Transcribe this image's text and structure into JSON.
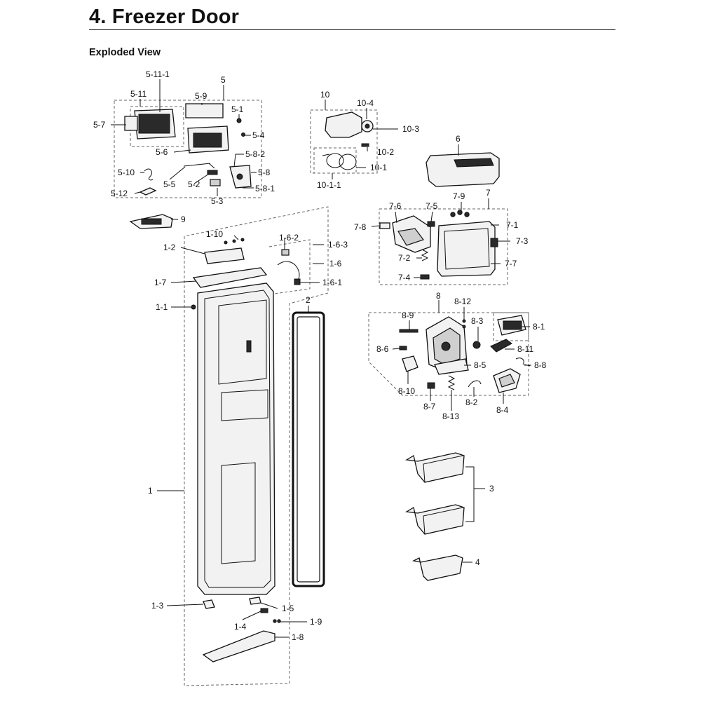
{
  "heading": {
    "title": "4.  Freezer Door",
    "subtitle": "Exploded View"
  },
  "callouts": {
    "p5_11_1": "5-11-1",
    "p5": "5",
    "p5_11": "5-11",
    "p5_9": "5-9",
    "p5_7": "5-7",
    "p5_1": "5-1",
    "p5_4": "5-4",
    "p5_6": "5-6",
    "p5_8_2": "5-8-2",
    "p5_10": "5-10",
    "p5_8": "5-8",
    "p5_5": "5-5",
    "p5_2": "5-2",
    "p5_8_1": "5-8-1",
    "p5_12": "5-12",
    "p5_3": "5-3",
    "p10": "10",
    "p10_4": "10-4",
    "p10_3": "10-3",
    "p10_2": "10-2",
    "p10_1": "10-1",
    "p10_1_1": "10-1-1",
    "p6": "6",
    "p7_9": "7-9",
    "p7": "7",
    "p7_6": "7-6",
    "p7_5": "7-5",
    "p7_8": "7-8",
    "p7_1": "7-1",
    "p7_3": "7-3",
    "p7_2": "7-2",
    "p7_7": "7-7",
    "p7_4": "7-4",
    "p9": "9",
    "p1_10": "1-10",
    "p1_2": "1-2",
    "p1_6_2": "1-6-2",
    "p1_6_3": "1-6-3",
    "p1_6": "1-6",
    "p1_7": "1-7",
    "p1_6_1": "1-6-1",
    "p1_1": "1-1",
    "p1": "1",
    "p1_3": "1-3",
    "p1_5": "1-5",
    "p1_4": "1-4",
    "p1_9": "1-9",
    "p1_8": "1-8",
    "p2": "2",
    "p8": "8",
    "p8_12": "8-12",
    "p8_9": "8-9",
    "p8_3": "8-3",
    "p8_1": "8-1",
    "p8_6": "8-6",
    "p8_11": "8-11",
    "p8_5": "8-5",
    "p8_8": "8-8",
    "p8_10": "8-10",
    "p8_7": "8-7",
    "p8_2": "8-2",
    "p8_4": "8-4",
    "p8_13": "8-13",
    "p3": "3",
    "p4": "4"
  }
}
